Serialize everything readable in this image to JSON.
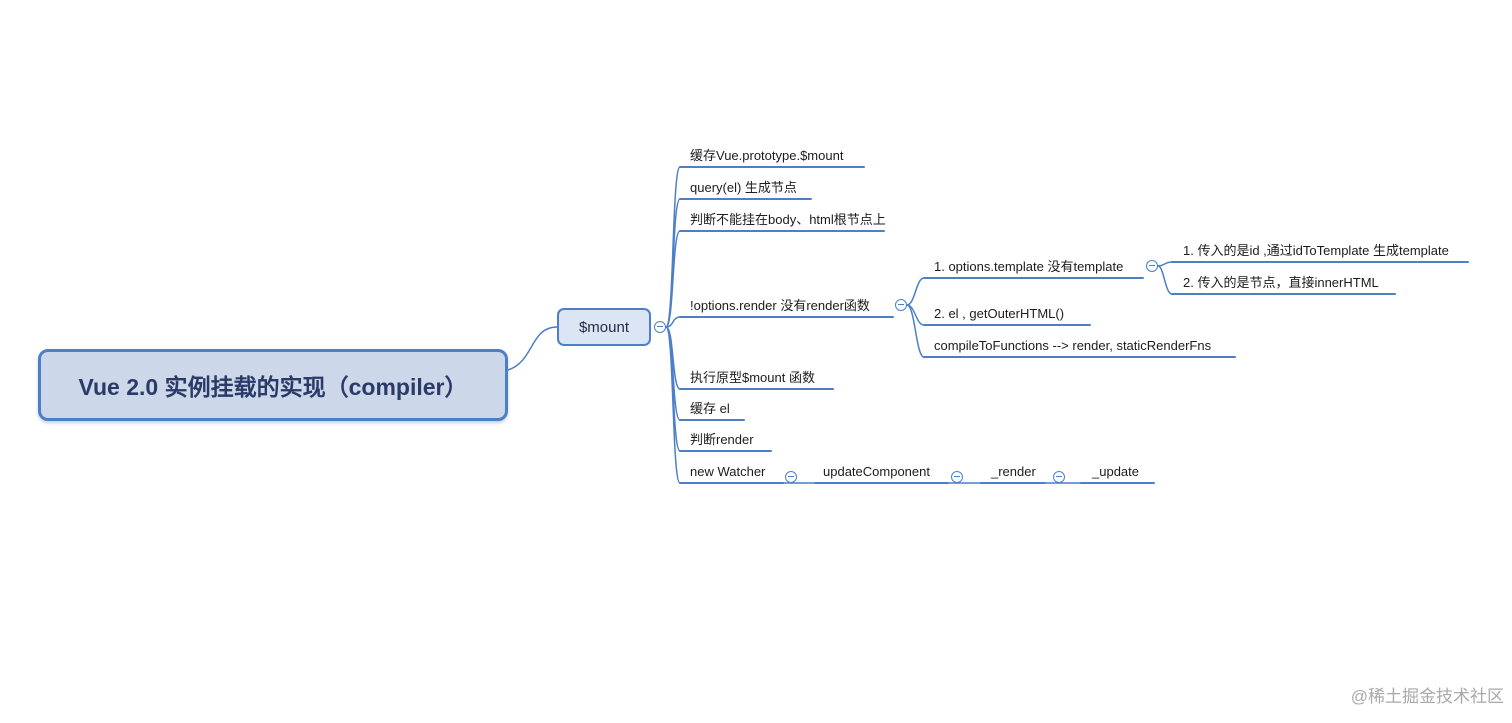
{
  "root": {
    "label": "Vue 2.0 实例挂载的实现（compiler）"
  },
  "mount": {
    "label": "$mount"
  },
  "branches": [
    {
      "label": "缓存Vue.prototype.$mount"
    },
    {
      "label": "query(el) 生成节点"
    },
    {
      "label": "判断不能挂在body、html根节点上"
    },
    {
      "label": "!options.render  没有render函数"
    },
    {
      "label": "执行原型$mount 函数"
    },
    {
      "label": "缓存 el"
    },
    {
      "label": "判断render"
    },
    {
      "label": "new Watcher"
    }
  ],
  "render_children": [
    {
      "label": "1. options.template 没有template"
    },
    {
      "label": "2. el ,   getOuterHTML()"
    },
    {
      "label": "compileToFunctions  --> render, staticRenderFns"
    }
  ],
  "template_children": [
    {
      "label": "1.  传入的是id ,通过idToTemplate 生成template"
    },
    {
      "label": "2. 传入的是节点，直接innerHTML"
    }
  ],
  "watcher_chain": [
    {
      "label": "updateComponent"
    },
    {
      "label": "_render"
    },
    {
      "label": "_update"
    }
  ],
  "colors": {
    "line": "#4d7fc9",
    "root_fill": "#ccd7ea",
    "node_fill": "#dbe5f4"
  },
  "watermark": "@稀土掘金技术社区"
}
